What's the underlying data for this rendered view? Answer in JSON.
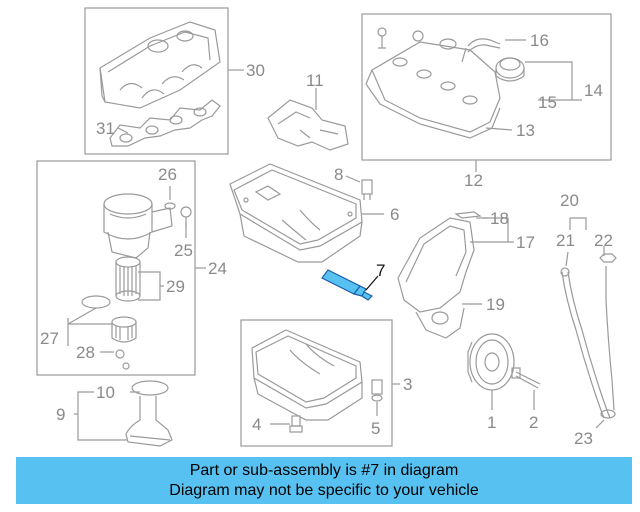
{
  "callouts": {
    "c1": "1",
    "c2": "2",
    "c3": "3",
    "c4": "4",
    "c5": "5",
    "c6": "6",
    "c7": "7",
    "c8": "8",
    "c9": "9",
    "c10": "10",
    "c11": "11",
    "c12": "12",
    "c13": "13",
    "c14": "14",
    "c15": "15",
    "c16": "16",
    "c17": "17",
    "c18": "18",
    "c19": "19",
    "c20": "20",
    "c21": "21",
    "c22": "22",
    "c23": "23",
    "c24": "24",
    "c25": "25",
    "c26": "26",
    "c27": "27",
    "c28": "28",
    "c29": "29",
    "c30": "30",
    "c31": "31"
  },
  "highlight": {
    "callout": "7",
    "color": "#57c2f2"
  },
  "banner": {
    "line1": "Part or sub-assembly is #7 in diagram",
    "line2": "Diagram may not be specific to your vehicle",
    "color": "#57c2f2"
  }
}
